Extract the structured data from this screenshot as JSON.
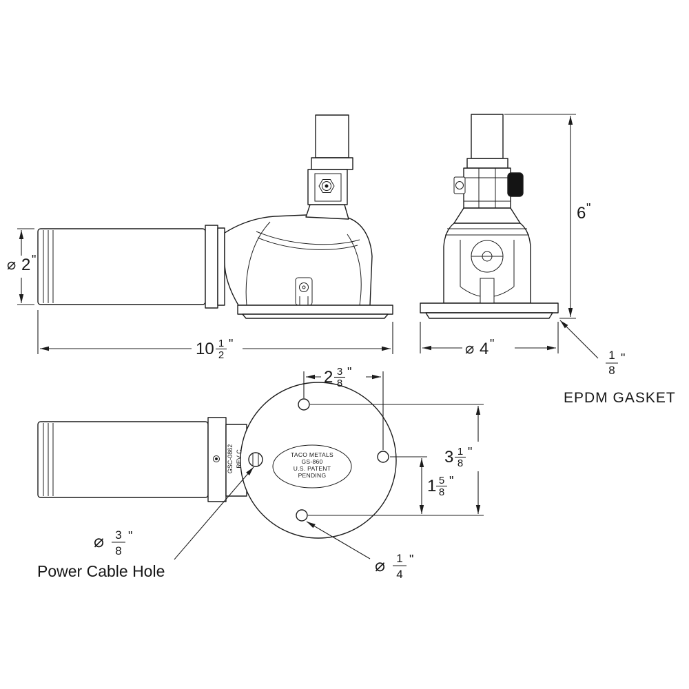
{
  "drawing": {
    "side_view": {
      "dia": {
        "symbol": "⌀",
        "whole": "2",
        "unit": "\""
      },
      "length": {
        "whole": "10",
        "num": "1",
        "den": "2",
        "unit": "\""
      }
    },
    "front_view": {
      "height": {
        "whole": "6",
        "unit": "\""
      },
      "base_dia": {
        "symbol": "⌀",
        "whole": "4",
        "unit": "\""
      },
      "gasket_thickness": {
        "num": "1",
        "den": "8",
        "unit": "\""
      },
      "gasket_label": "EPDM GASKET"
    },
    "top_view": {
      "plate_label": {
        "line1": "TACO METALS",
        "line2": "GS-860",
        "line3": "U.S. PATENT",
        "line4": "PENDING"
      },
      "rev_label": {
        "line1": "GSC-0862",
        "line2": "REV C"
      },
      "hole_span_h": {
        "whole": "2",
        "num": "3",
        "den": "8",
        "unit": "\""
      },
      "hole_span_v": {
        "whole": "3",
        "num": "1",
        "den": "8",
        "unit": "\""
      },
      "hole_offset": {
        "whole": "1",
        "num": "5",
        "den": "8",
        "unit": "\""
      },
      "cable_dia": {
        "symbol": "⌀",
        "num": "3",
        "den": "8",
        "unit": "\""
      },
      "cable_label": "Power Cable Hole",
      "small_hole_dia": {
        "symbol": "⌀",
        "num": "1",
        "den": "4",
        "unit": "\""
      }
    }
  }
}
